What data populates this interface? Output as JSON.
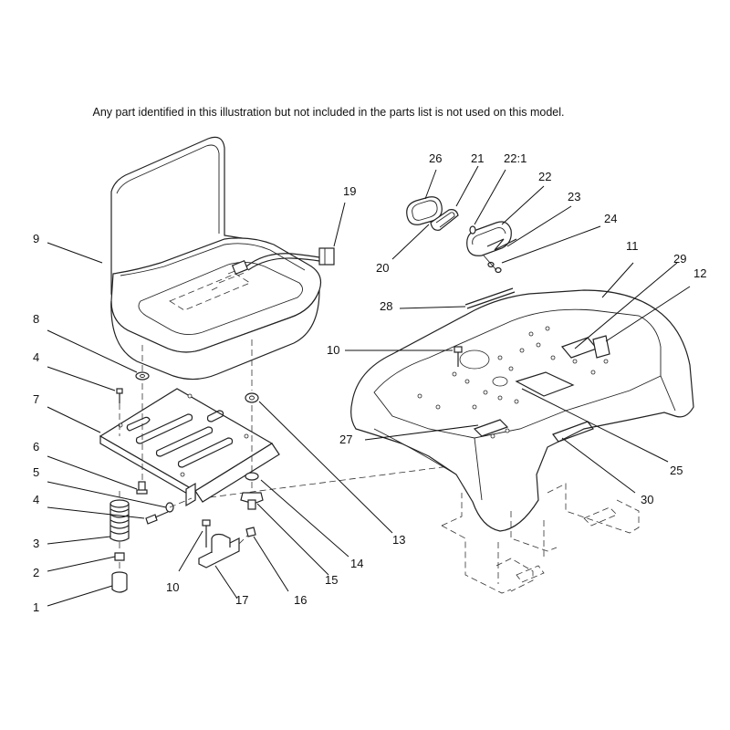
{
  "note": "Any part identified in this illustration but not included in the parts list is not used on this model.",
  "callouts": {
    "c1": "1",
    "c2": "2",
    "c3": "3",
    "c4a": "4",
    "c4b": "4",
    "c5": "5",
    "c6": "6",
    "c7": "7",
    "c8": "8",
    "c9": "9",
    "c10a": "10",
    "c10b": "10",
    "c11": "11",
    "c12": "12",
    "c13": "13",
    "c14": "14",
    "c15": "15",
    "c16": "16",
    "c17": "17",
    "c19": "19",
    "c20": "20",
    "c21": "21",
    "c22_1": "22:1",
    "c22": "22",
    "c23": "23",
    "c24": "24",
    "c25": "25",
    "c26": "26",
    "c27": "27",
    "c28": "28",
    "c29": "29",
    "c30": "30"
  }
}
